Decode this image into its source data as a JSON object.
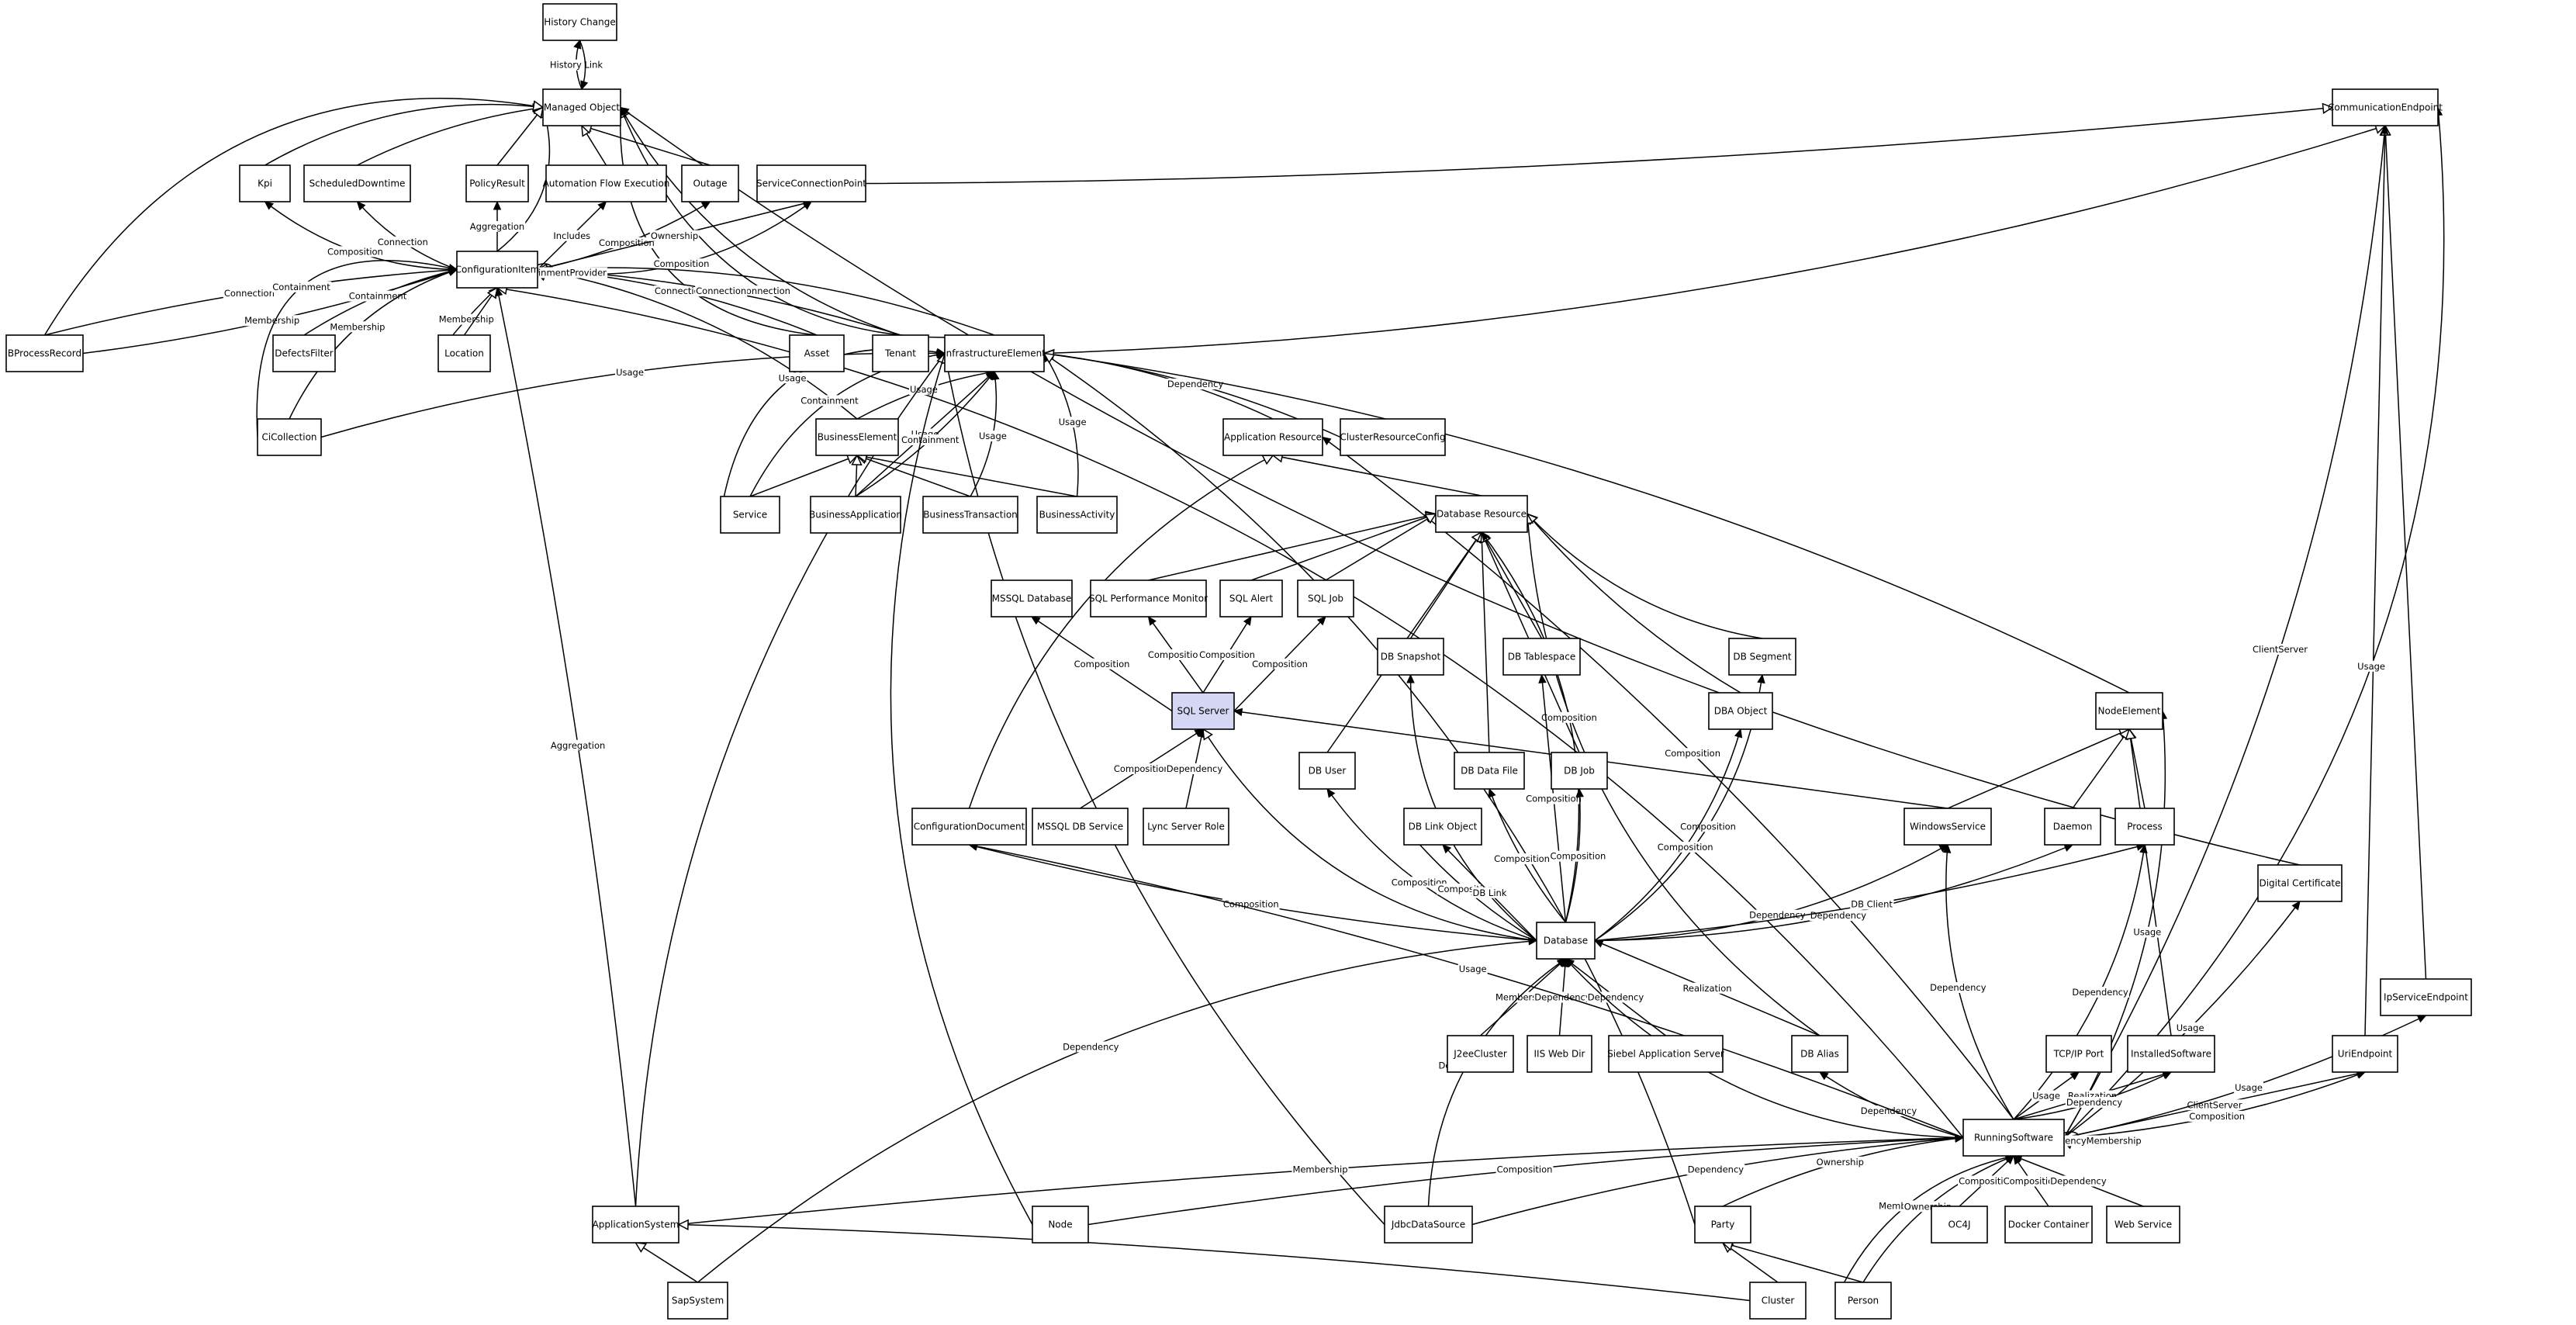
{
  "nodes": {
    "history_change": "History Change",
    "managed_object": "Managed Object",
    "communication_endpoint": "CommunicationEndpoint",
    "kpi": "Kpi",
    "scheduled_downtime": "ScheduledDowntime",
    "policy_result": "PolicyResult",
    "automation_flow_execution": "Automation Flow Execution",
    "outage": "Outage",
    "service_connection_point": "ServiceConnectionPoint",
    "configuration_item": "ConfigurationItem",
    "bprocess_record": "BProcessRecord",
    "defects_filter": "DefectsFilter",
    "location": "Location",
    "asset": "Asset",
    "tenant": "Tenant",
    "infrastructure_element": "InfrastructureElement",
    "ci_collection": "CiCollection",
    "business_element": "BusinessElement",
    "application_resource": "Application Resource",
    "cluster_resource_config": "ClusterResourceConfig",
    "service": "Service",
    "business_application": "BusinessApplication",
    "business_transaction": "BusinessTransaction",
    "business_activity": "BusinessActivity",
    "database_resource": "Database Resource",
    "mssql_database": "MSSQL Database",
    "sql_performance_monitor": "SQL Performance Monitor",
    "sql_alert": "SQL Alert",
    "sql_job": "SQL Job",
    "db_snapshot": "DB Snapshot",
    "db_tablespace": "DB Tablespace",
    "db_segment": "DB Segment",
    "sql_server": "SQL Server",
    "db_user": "DB User",
    "db_data_file": "DB Data File",
    "db_job": "DB Job",
    "dba_object": "DBA Object",
    "node_element": "NodeElement",
    "configuration_document": "ConfigurationDocument",
    "mssql_db_service": "MSSQL DB Service",
    "lync_server_role": "Lync Server Role",
    "db_link_object": "DB Link Object",
    "windows_service": "WindowsService",
    "daemon": "Daemon",
    "process": "Process",
    "digital_certificate": "Digital Certificate",
    "database": "Database",
    "ip_service_endpoint": "IpServiceEndpoint",
    "jee_cluster": "J2eeCluster",
    "iis_web_dir": "IIS Web Dir",
    "siebel_application_server": "Siebel Application Server",
    "db_alias": "DB Alias",
    "tcpip_port": "TCP/IP Port",
    "installed_software": "InstalledSoftware",
    "uri_endpoint": "UriEndpoint",
    "running_software": "RunningSoftware",
    "application_system": "ApplicationSystem",
    "node": "Node",
    "jdbc_data_source": "JdbcDataSource",
    "party": "Party",
    "oc4j": "OC4J",
    "docker_container": "Docker Container",
    "web_service": "Web Service",
    "sap_system": "SapSystem",
    "cluster": "Cluster",
    "person": "Person"
  },
  "edge_labels": {
    "history_link": "History Link",
    "composition": "Composition",
    "connection": "Connection",
    "aggregation": "Aggregation",
    "includes": "Includes",
    "ownership": "Ownership",
    "membership": "Membership",
    "containment": "Containment",
    "usage": "Usage",
    "dependency": "Dependency",
    "db_link": "DB Link",
    "db_client": "DB Client",
    "realization": "Realization",
    "client_server": "ClientServer",
    "dependency_membership": "DependencyMembership",
    "containment_provider": "ContainmentProvider"
  },
  "colors": {
    "highlight_fill": "#d6d6f5",
    "stroke": "#000000",
    "background": "#ffffff"
  }
}
